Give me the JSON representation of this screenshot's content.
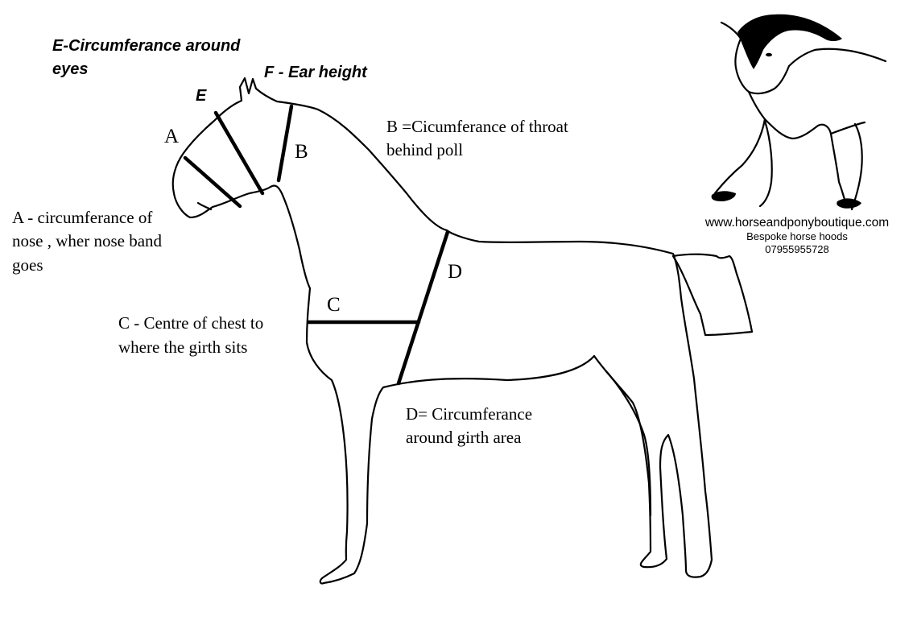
{
  "labels": {
    "e_desc_line1": "E-Circumferance around",
    "e_desc_line2": "eyes",
    "e_letter": "E",
    "f_desc": "F - Ear height",
    "a_letter": "A",
    "b_letter": "B",
    "c_letter": "C",
    "d_letter": "D",
    "b_desc_line1": "B =Cicumferance of throat",
    "b_desc_line2": "behind poll",
    "a_desc_line1": "A - circumferance of",
    "a_desc_line2": "nose , wher nose band",
    "a_desc_line3": "goes",
    "c_desc_line1": "C - Centre of chest to",
    "c_desc_line2": "where the girth sits",
    "d_desc_line1": "D= Circumferance",
    "d_desc_line2": "around girth area"
  },
  "brand": {
    "website": "www.horseandponyboutique.com",
    "tagline": "Bespoke horse hoods",
    "phone": "07955955728"
  },
  "icons": {
    "logo": "horse-logo-icon",
    "horse": "horse-outline-illustration"
  }
}
